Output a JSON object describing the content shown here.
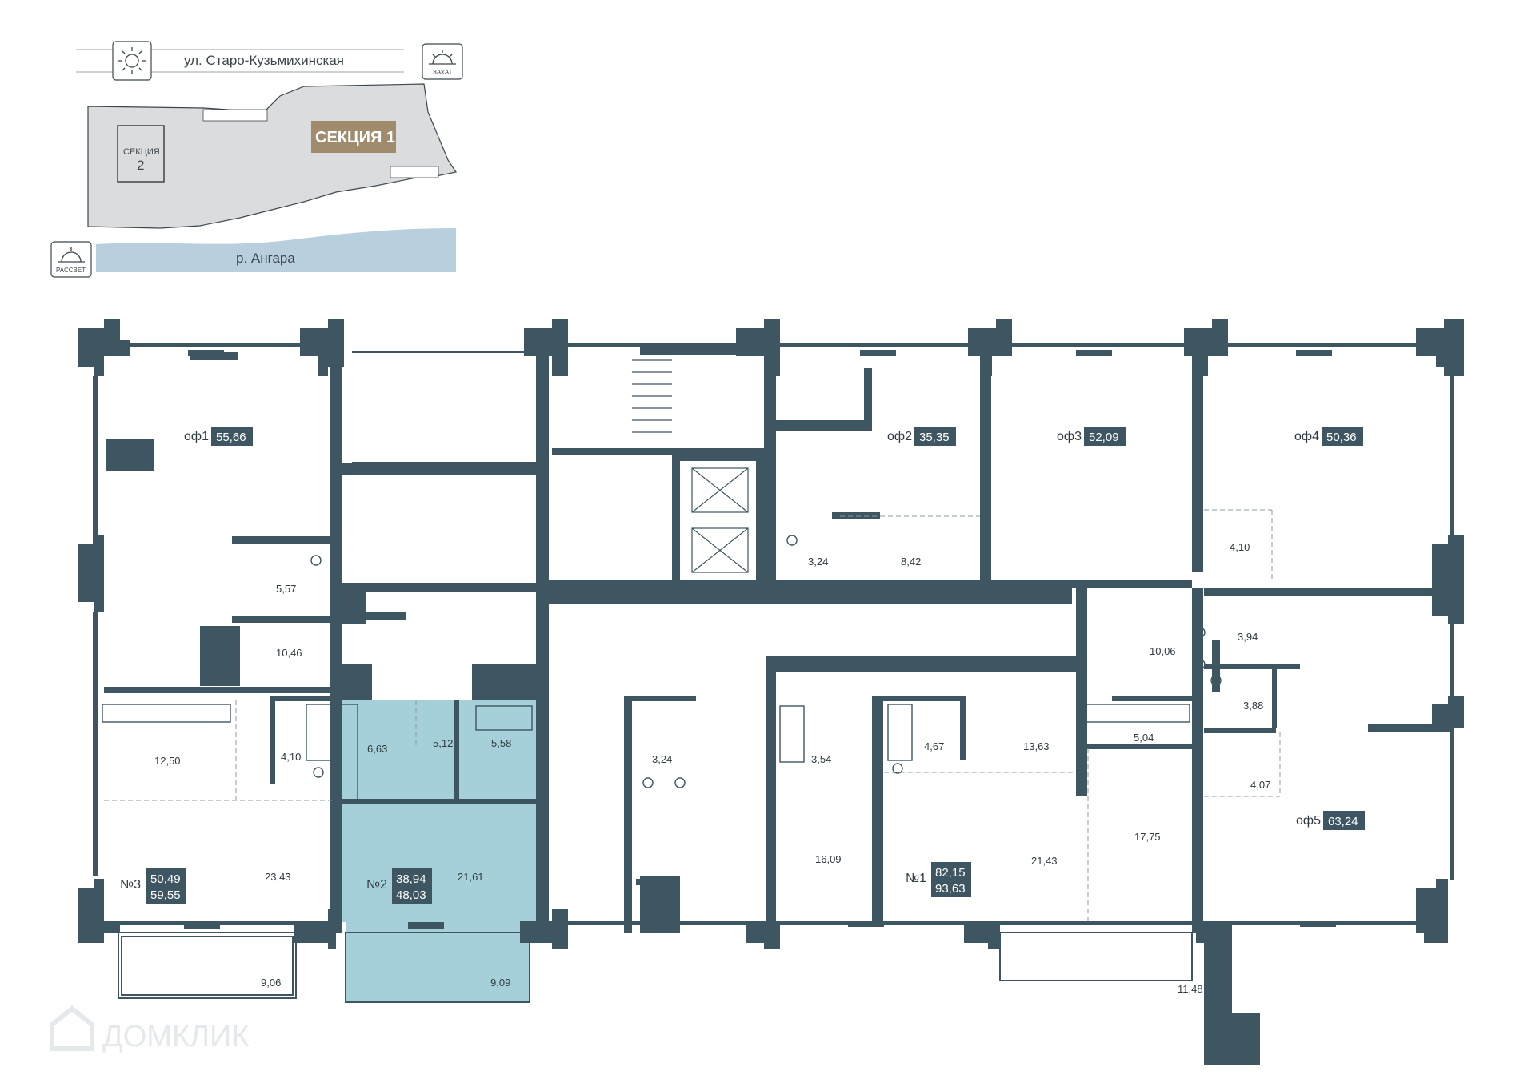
{
  "colors": {
    "wall": "#3e5661",
    "highlight": "#a6d0d9",
    "site": "#dadcdd",
    "river": "#b8cfdd",
    "section1": "#a08b6d",
    "chip": "#3e5661"
  },
  "site_plan": {
    "street": "ул. Старо-Кузьмихинская",
    "river": "р. Ангара",
    "section1": "СЕКЦИЯ 1",
    "section2_label": "СЕКЦИЯ",
    "section2_num": "2",
    "sunset": "ЗАКАТ",
    "sunrise": "РАССВЕТ",
    "sun_icon": "sun-icon",
    "sunset_icon": "sunset-icon",
    "sunrise_icon": "sunrise-icon"
  },
  "units": {
    "of1": {
      "name": "оф1",
      "area": "55,66"
    },
    "of2": {
      "name": "оф2",
      "area": "35,35"
    },
    "of3": {
      "name": "оф3",
      "area": "52,09"
    },
    "of4": {
      "name": "оф4",
      "area": "50,36"
    },
    "of5": {
      "name": "оф5",
      "area": "63,24"
    },
    "n3": {
      "name": "№3",
      "area1": "50,49",
      "area2": "59,55"
    },
    "n2": {
      "name": "№2",
      "area1": "38,94",
      "area2": "48,03"
    },
    "n1": {
      "name": "№1",
      "area1": "82,15",
      "area2": "93,63"
    }
  },
  "rooms": {
    "r1": "5,57",
    "r2": "10,46",
    "r3": "3,24",
    "r4": "8,42",
    "r5": "4,10",
    "r6": "10,06",
    "r7": "3,94",
    "r8": "3,88",
    "r9": "12,50",
    "r10": "4,10",
    "r11": "6,63",
    "r12": "5,12",
    "r13": "5,58",
    "r14": "3,24",
    "r15": "3,54",
    "r16": "4,67",
    "r17": "13,63",
    "r18": "5,04",
    "r19": "4,07",
    "r20": "23,43",
    "r21": "21,61",
    "r22": "16,09",
    "r23": "21,43",
    "r24": "17,75",
    "r25": "9,06",
    "r26": "9,09",
    "r27": "11,48"
  },
  "watermark": "ДОМКЛИК"
}
